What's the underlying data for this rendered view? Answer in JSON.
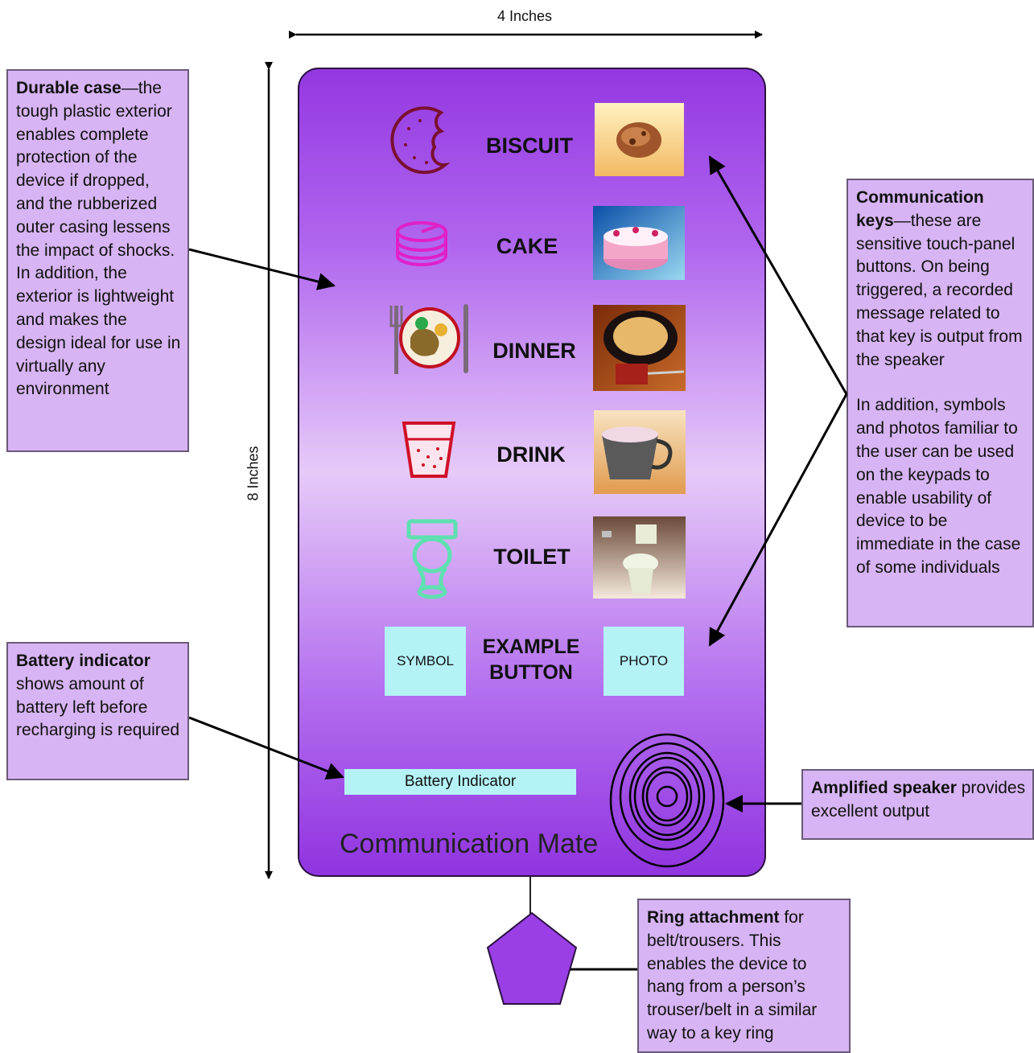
{
  "dimensions": {
    "width": "4 Inches",
    "height": "8 Inches"
  },
  "device": {
    "name": "Communication Mate",
    "keys": [
      {
        "label": "BISCUIT",
        "symbol": "biscuit-icon",
        "photo": "biscuit-photo"
      },
      {
        "label": "CAKE",
        "symbol": "cake-icon",
        "photo": "cake-photo"
      },
      {
        "label": "DINNER",
        "symbol": "dinner-plate-icon",
        "photo": "dinner-photo"
      },
      {
        "label": "DRINK",
        "symbol": "drink-glass-icon",
        "photo": "mug-photo"
      },
      {
        "label": "TOILET",
        "symbol": "toilet-icon",
        "photo": "toilet-photo"
      }
    ],
    "example": {
      "symbol": "SYMBOL",
      "label_line1": "EXAMPLE",
      "label_line2": "BUTTON",
      "photo": "PHOTO"
    },
    "battery": "Battery Indicator"
  },
  "callouts": {
    "durable": {
      "title": "Durable case",
      "text": "—the tough plastic exterior enables complete protection of the device if dropped, and the rubberized outer casing lessens the impact of shocks. In addition, the exterior is lightweight and makes the design ideal for use in virtually any environment"
    },
    "communication": {
      "title": "Communication keys",
      "text": "—these are sensitive touch-panel buttons. On being triggered, a recorded message related to that key is output from the speaker",
      "text2": "In addition, symbols and photos familiar to the user can be used on the keypads to enable usability of device to be immediate in the case of some individuals"
    },
    "battery": {
      "title": "Battery indicator",
      "text": " shows amount of battery left before recharging is required"
    },
    "speaker": {
      "title": "Amplified speaker",
      "text": " provides excellent output"
    },
    "ring": {
      "title": "Ring attachment",
      "text": " for belt/trousers. This enables the device to hang from a person’s trouser/belt in a similar way to a key ring"
    }
  },
  "colors": {
    "case": "#9a3fe6",
    "callout": "#d7b4f3",
    "panel": "#b4f2f6"
  }
}
